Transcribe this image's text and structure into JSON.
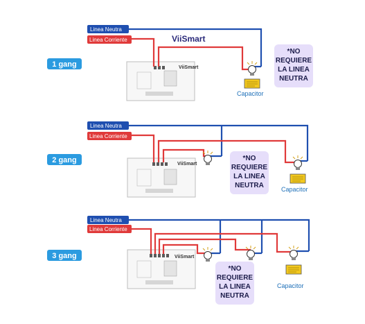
{
  "colors": {
    "neutral_wire": "#1f4fb0",
    "live_wire": "#e03a3a",
    "gang_badge": "#2b9be0",
    "note_bg": "#e6defa",
    "capacitor_text": "#1d6fb8"
  },
  "icons": [
    "light-bulb-icon",
    "capacitor-icon",
    "switch-panel-icon"
  ],
  "sections": [
    {
      "gang_label": "1 gang",
      "neutral_label": "Linea Neutra",
      "live_label": "Linea Corriente",
      "brand": "ViiSmart",
      "panel_brand": "ViiSmart",
      "note": [
        "*NO",
        "REQUIERE",
        "LA LINEA",
        "NEUTRA"
      ],
      "capacitor_label": "Capacitor"
    },
    {
      "gang_label": "2 gang",
      "neutral_label": "Linea Neutra",
      "live_label": "Linea Corriente",
      "panel_brand": "ViiSmart",
      "note": [
        "*NO",
        "REQUIERE",
        "LA LINEA",
        "NEUTRA"
      ],
      "capacitor_label": "Capacitor"
    },
    {
      "gang_label": "3 gang",
      "neutral_label": "Linea Neutra",
      "live_label": "Linea Corriente",
      "panel_brand": "ViiSmart",
      "note": [
        "*NO",
        "REQUIERE",
        "LA LINEA",
        "NEUTRA"
      ],
      "capacitor_label": "Capacitor"
    }
  ]
}
